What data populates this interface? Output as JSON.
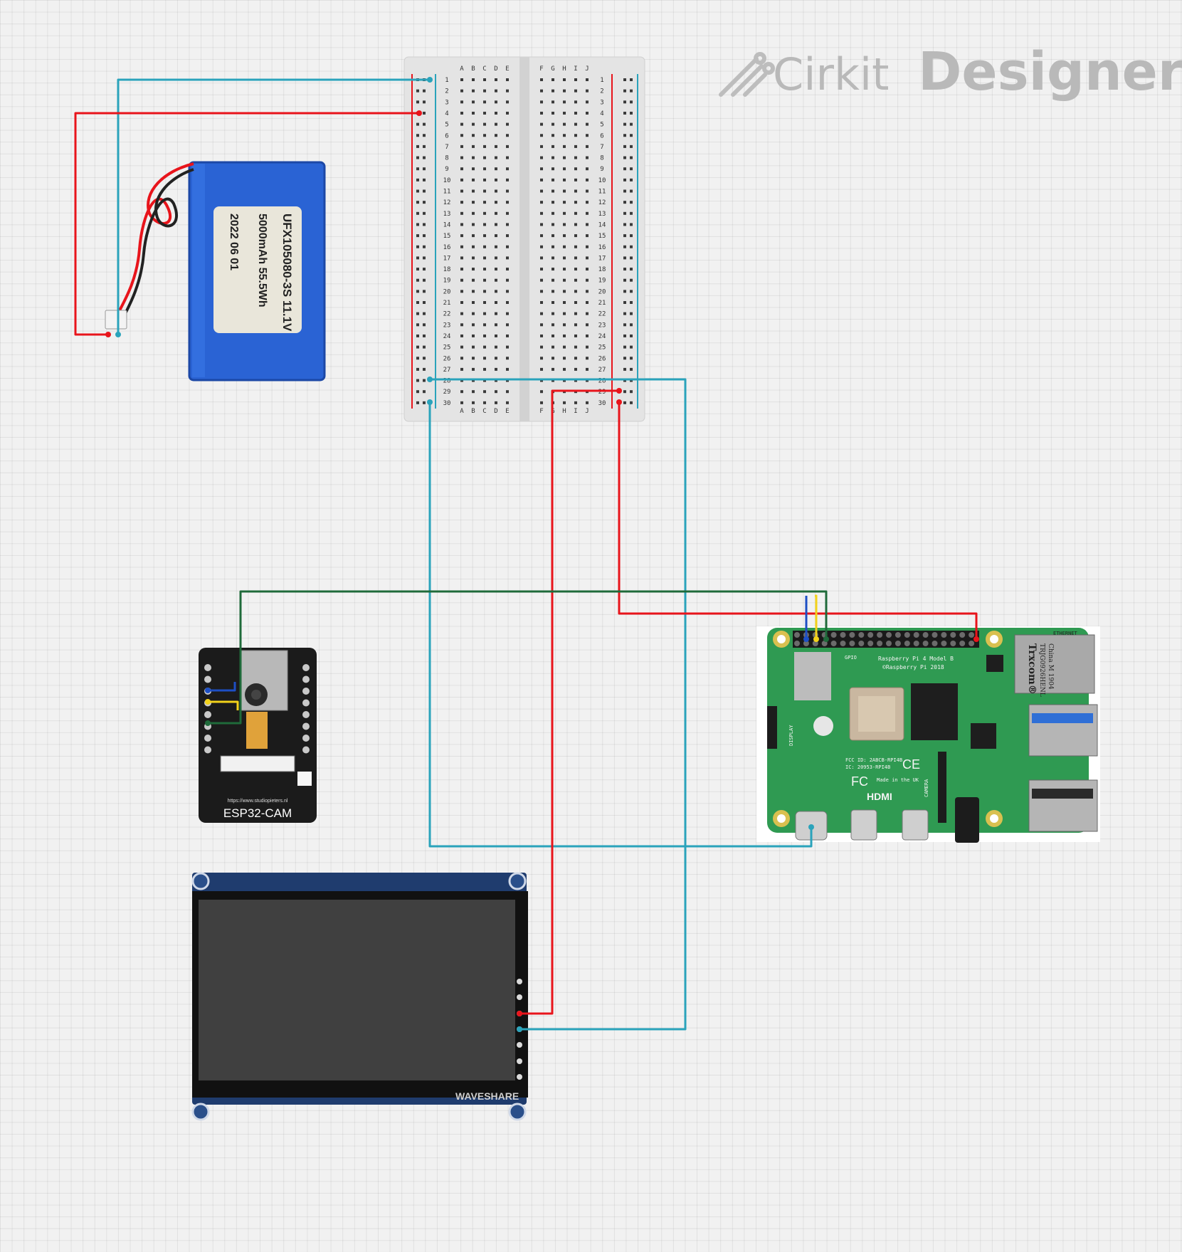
{
  "brand": {
    "name_part1": "Cirkit",
    "name_part2": "Designer"
  },
  "battery": {
    "line1": "UFX105080-3S 11.1V",
    "line2": "5000mAh 55.5Wh",
    "line3": "2022 06 01"
  },
  "breadboard": {
    "cols_left": [
      "A",
      "B",
      "C",
      "D",
      "E"
    ],
    "cols_right": [
      "F",
      "G",
      "H",
      "I",
      "J"
    ],
    "rows": 30
  },
  "esp32": {
    "label": "ESP32-CAM",
    "url": "https://www.studiopieters.nl"
  },
  "display": {
    "brand": "WAVESHARE"
  },
  "rpi": {
    "model": "Raspberry Pi 4 Model B",
    "copyright": "©Raspberry Pi 2018",
    "fcc": "FCC ID: 2ABCB-RPI4B",
    "ic": "IC: 20953-RPI4B",
    "made": "Made in the UK",
    "hdmi": "HDMI",
    "gpio": "GPIO",
    "eth_brand": "Trxcom®",
    "eth_part": "TRJG0926HENL",
    "eth_origin": "China M 1904",
    "ethernet": "ETHERNET",
    "display": "DISPLAY",
    "camera": "CAMERA",
    "ce": "CE",
    "fc": "FC"
  },
  "wire_colors": {
    "red": "#e8141b",
    "teal": "#2aa3bb",
    "green": "#1f6a3a",
    "yellow": "#f2d21a",
    "blue": "#1d4fc4"
  }
}
